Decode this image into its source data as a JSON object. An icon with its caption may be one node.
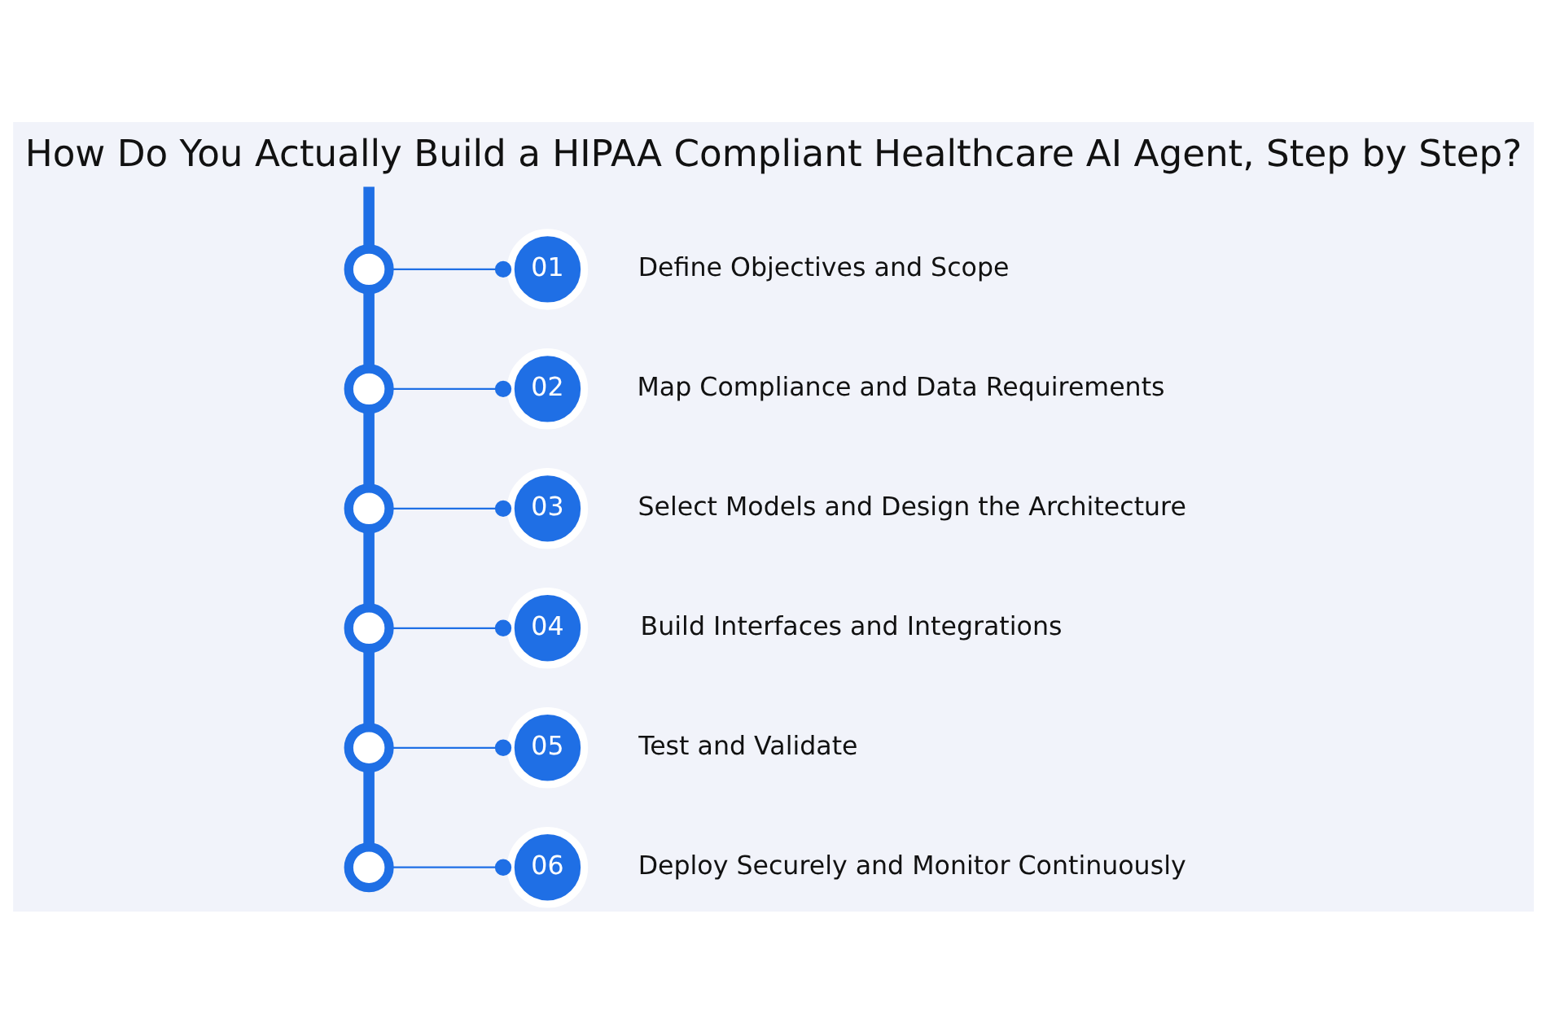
{
  "diagram": {
    "title": "How Do You Actually Build a HIPAA Compliant Healthcare AI Agent, Step by Step?",
    "nodes": [
      {
        "text": [],
        "shape": "circle"
      },
      {
        "text": [],
        "shape": "circle"
      },
      {
        "text": [],
        "shape": "circle"
      },
      {
        "text": [],
        "shape": "circle"
      },
      {
        "text": [],
        "shape": "circle"
      },
      {
        "text": [],
        "shape": "circle"
      },
      {
        "text": [
          "01"
        ],
        "beside": [
          "Define Objectives and Scope"
        ]
      },
      {
        "text": [
          "02"
        ],
        "beside": [
          "Map Compliance and Data Requirements"
        ]
      },
      {
        "text": [
          "03"
        ],
        "beside": [
          "Select Models and Design the Architecture"
        ]
      },
      {
        "text": [
          "04"
        ],
        "beside": [
          "Build Interfaces and Integrations"
        ]
      },
      {
        "text": [
          "05"
        ],
        "beside": [
          "Test and Validate"
        ]
      },
      {
        "text": [
          "06"
        ],
        "beside": [
          "Deploy Securely and Monitor Continuously"
        ]
      }
    ],
    "edges": [
      {
        "from": null,
        "to": 0,
        "arrow": "none",
        "style": "thick"
      },
      {
        "from": 0,
        "to": 1,
        "arrow": "none",
        "style": "thick"
      },
      {
        "from": 1,
        "to": 2,
        "arrow": "none",
        "style": "thick"
      },
      {
        "from": 2,
        "to": 3,
        "arrow": "none",
        "style": "thick"
      },
      {
        "from": 3,
        "to": 4,
        "arrow": "none",
        "style": "thick"
      },
      {
        "from": 4,
        "to": 5,
        "arrow": "none",
        "style": "thick"
      },
      {
        "from": 0,
        "to": 6,
        "arrow": "other"
      },
      {
        "from": 1,
        "to": 7,
        "arrow": "other"
      },
      {
        "from": 2,
        "to": 8,
        "arrow": "other"
      },
      {
        "from": 3,
        "to": 9,
        "arrow": "other"
      },
      {
        "from": 4,
        "to": 10,
        "arrow": "other"
      },
      {
        "from": 5,
        "to": 11,
        "arrow": "other"
      }
    ]
  }
}
